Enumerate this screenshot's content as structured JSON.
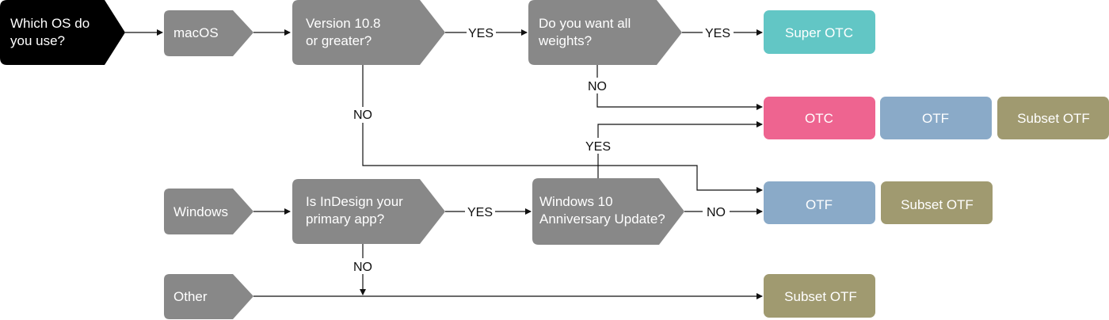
{
  "colors": {
    "start": "#000000",
    "decision": "#888888",
    "super_otc": "#62c6c5",
    "otc": "#ee6490",
    "otf": "#8aaac8",
    "subset_otf": "#a09a70",
    "line": "#111111"
  },
  "nodes": {
    "start": {
      "line1": "Which OS do",
      "line2": "you use?"
    },
    "macos": {
      "label": "macOS"
    },
    "version": {
      "line1": "Version 10.8",
      "line2": "or greater?"
    },
    "weights": {
      "line1": "Do you want all",
      "line2": "weights?"
    },
    "windows": {
      "label": "Windows"
    },
    "indesign": {
      "line1": "Is InDesign your",
      "line2": "primary app?"
    },
    "win10": {
      "line1": "Windows 10",
      "line2": "Anniversary Update?"
    },
    "other": {
      "label": "Other"
    }
  },
  "outcomes": {
    "super_otc": "Super OTC",
    "otc": "OTC",
    "otf_row2": "OTF",
    "subset_row2": "Subset OTF",
    "otf_row3": "OTF",
    "subset_row3": "Subset OTF",
    "subset_row4": "Subset OTF"
  },
  "edge_labels": {
    "version_yes": "YES",
    "weights_yes": "YES",
    "weights_no": "NO",
    "version_no": "NO",
    "win10_yes": "YES",
    "indesign_yes": "YES",
    "win10_no": "NO",
    "indesign_no": "NO"
  }
}
